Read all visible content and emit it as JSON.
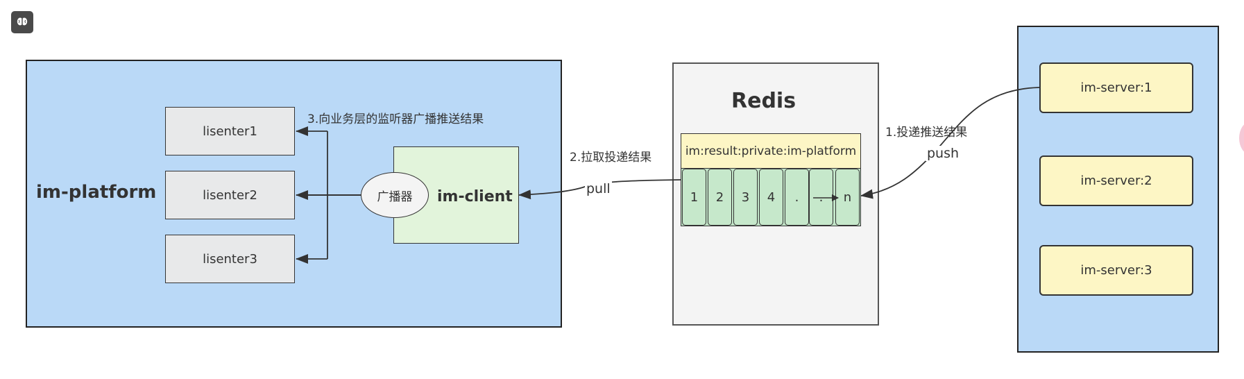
{
  "toolbar": {
    "icon": "brain-icon"
  },
  "platform": {
    "title": "im-platform",
    "listeners": [
      "lisenter1",
      "lisenter2",
      "lisenter3"
    ],
    "client": "im-client",
    "broadcaster": "广播器",
    "step3_label": "3.向业务层的监听器广播推送结果"
  },
  "redis": {
    "title": "Redis",
    "queue_key": "im:result:private:im-platform",
    "slots": [
      "1",
      "2",
      "3",
      "4",
      ".",
      ".",
      "n"
    ]
  },
  "edges": {
    "pull_step_label": "2.拉取投递结果",
    "pull_label": "pull",
    "push_step_label": "1.投递推送结果",
    "push_label": "push"
  },
  "servers": [
    "im-server:1",
    "im-server:2",
    "im-server:3"
  ],
  "colors": {
    "panel_blue": "#bad9f7",
    "client_green": "#e2f4db",
    "queue_yellow": "#fdf6c5",
    "slot_green": "#c6e8cb",
    "listener_gray": "#e8e9ea",
    "redis_gray": "#f4f4f4"
  }
}
